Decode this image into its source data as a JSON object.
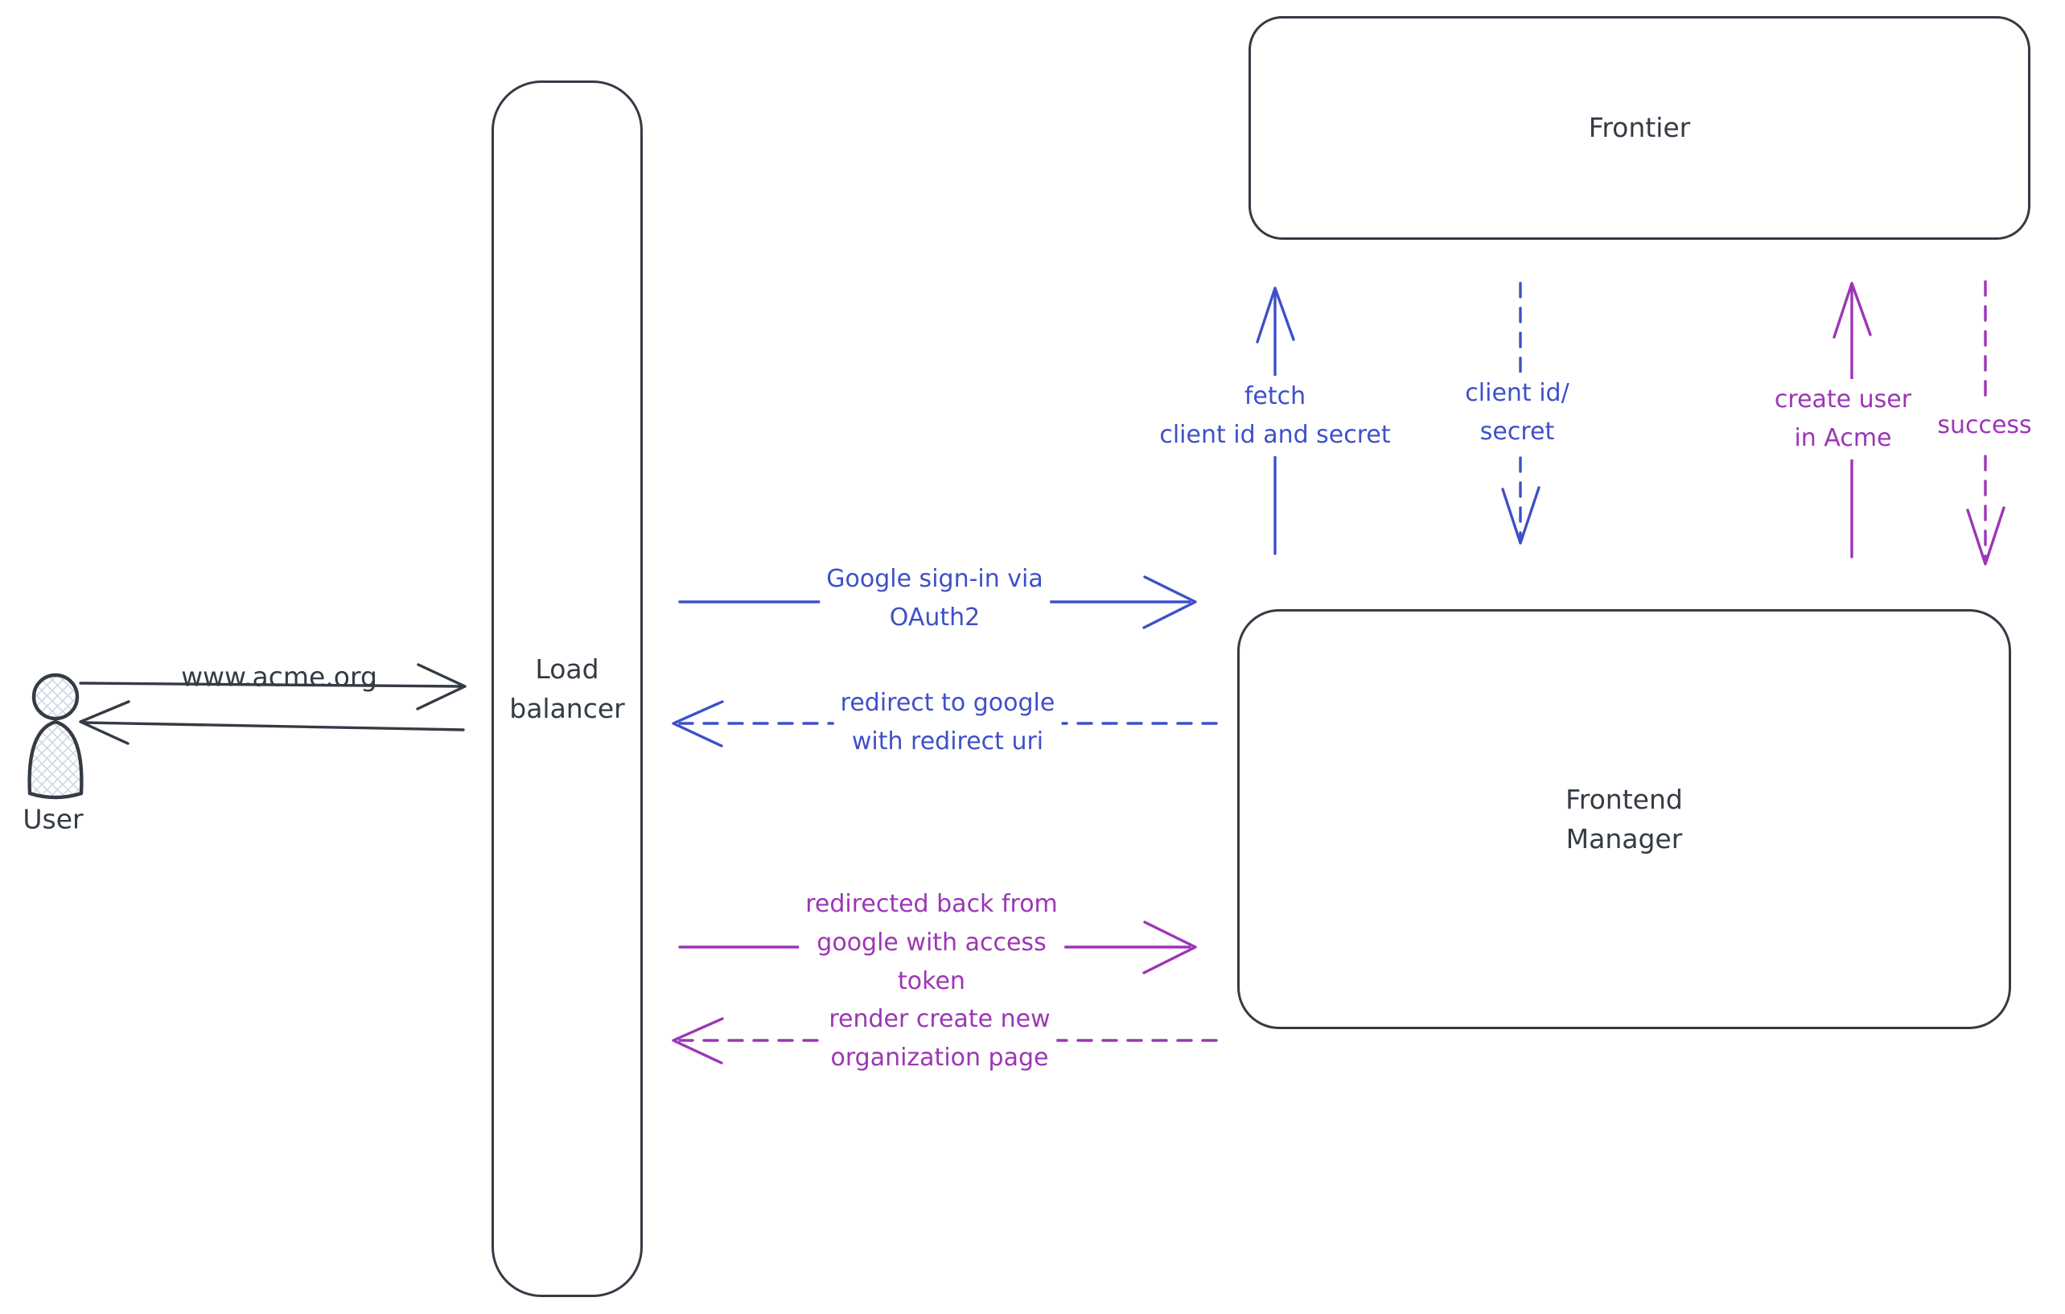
{
  "colors": {
    "ink": "#353b45",
    "blue": "#3e50c8",
    "purple": "#9c36b5",
    "hatch": "#cdd8e3",
    "bg": "#ffffff"
  },
  "nodes": {
    "user": {
      "label": "User"
    },
    "load_balancer": {
      "label": "Load\nbalancer"
    },
    "frontier": {
      "label": "Frontier"
    },
    "frontend_manager": {
      "label": "Frontend\nManager"
    }
  },
  "edges": {
    "www": {
      "label": "www.acme.org"
    },
    "google_signin": {
      "label": "Google sign-in via\nOAuth2"
    },
    "redirect_to_google": {
      "label": "redirect to google\nwith redirect uri"
    },
    "redirected_back": {
      "label": "redirected back from\ngoogle with access\ntoken"
    },
    "render_org_page": {
      "label": "render create new\norganization page"
    },
    "fetch_client": {
      "label": "fetch\nclient id and secret"
    },
    "client_id_secret": {
      "label": "client id/\nsecret"
    },
    "create_user": {
      "label": "create user\nin Acme"
    },
    "success": {
      "label": "success"
    }
  }
}
